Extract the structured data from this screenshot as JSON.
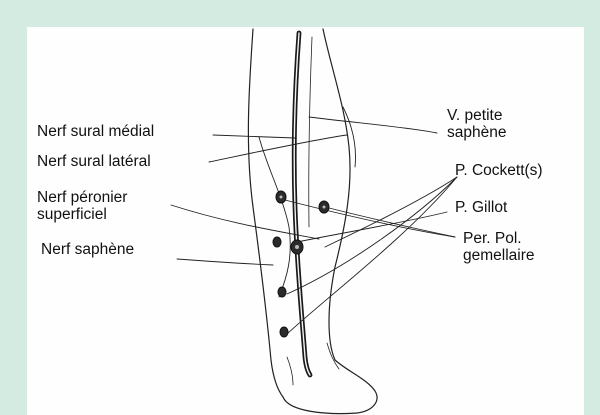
{
  "colors": {
    "frame": "#d4ebe2",
    "panel": "#fdfefd",
    "ink": "#111111"
  },
  "labels": {
    "nerf_sural_medial": "Nerf sural médial",
    "nerf_sural_lateral": "Nerf sural latéral",
    "nerf_peronier_line1": "Nerf péronier",
    "nerf_peronier_line2": "superficiel",
    "nerf_saphene": "Nerf saphène",
    "v_petite_line1": "V. petite",
    "v_petite_line2": "saphène",
    "p_cockett": "P. Cockett(s)",
    "p_gillot": "P. Gillot",
    "per_pol_line1": "Per. Pol.",
    "per_pol_line2": "gemellaire"
  }
}
